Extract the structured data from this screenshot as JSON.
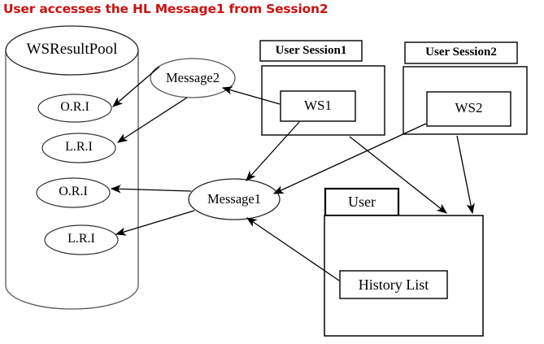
{
  "title": {
    "text": "User accesses the HL Message1 from Session2",
    "color": "#cc1111"
  },
  "diagram": {
    "type": "uml-object-collaboration",
    "background": "#ffffff",
    "line_color": "#000000",
    "datastore": {
      "name": "WSResultPool",
      "shape": "cylinder",
      "contents": [
        {
          "label": "O.R.I",
          "shape": "ellipse"
        },
        {
          "label": "L.R.I",
          "shape": "ellipse"
        },
        {
          "label": "O.R.I",
          "shape": "ellipse"
        },
        {
          "label": "L.R.I",
          "shape": "ellipse"
        }
      ]
    },
    "messages": [
      {
        "label": "Message2",
        "shape": "ellipse"
      },
      {
        "label": "Message1",
        "shape": "ellipse"
      }
    ],
    "packages": [
      {
        "tab_label": "User Session1",
        "children": [
          {
            "label": "WS1",
            "shape": "rect"
          }
        ]
      },
      {
        "tab_label": "User Session2",
        "children": [
          {
            "label": "WS2",
            "shape": "rect"
          }
        ]
      },
      {
        "tab_label": "User",
        "children": [
          {
            "label": "History List",
            "shape": "rect"
          }
        ]
      }
    ],
    "connections": [
      {
        "from": "Message2",
        "to": "O.R.I",
        "arrow": "single"
      },
      {
        "from": "Message2",
        "to": "L.R.I",
        "arrow": "single"
      },
      {
        "from": "WS1",
        "to": "Message2",
        "arrow": "single"
      },
      {
        "from": "Message1",
        "to": "O.R.I",
        "arrow": "single"
      },
      {
        "from": "Message1",
        "to": "L.R.I",
        "arrow": "single"
      },
      {
        "from": "WS1",
        "to": "User",
        "arrow": "single"
      },
      {
        "from": "WS2",
        "to": "Message1",
        "arrow": "single"
      },
      {
        "from": "User Session2",
        "to": "User",
        "arrow": "single"
      },
      {
        "from": "History List",
        "to": "Message1",
        "arrow": "single"
      },
      {
        "from": "User Session1",
        "to": "Message1",
        "arrow": "single"
      }
    ]
  }
}
